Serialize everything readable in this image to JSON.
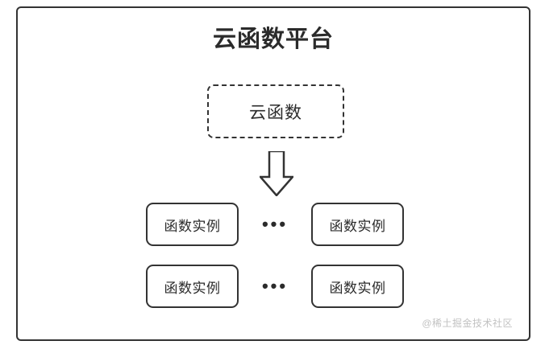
{
  "diagram": {
    "type": "architecture-block-diagram",
    "platform": {
      "title": "云函数平台",
      "border_color": "#333333",
      "background_color": "#ffffff"
    },
    "cloud_function": {
      "label": "云函数",
      "border_style": "dashed",
      "border_color": "#333333"
    },
    "arrow": {
      "name": "down-arrow",
      "direction": "down",
      "style": "hollow-block",
      "color": "#333333"
    },
    "instances": {
      "ellipsis": "•••",
      "rows": [
        {
          "left": {
            "label": "函数实例"
          },
          "right": {
            "label": "函数实例"
          }
        },
        {
          "left": {
            "label": "函数实例"
          },
          "right": {
            "label": "函数实例"
          }
        }
      ]
    },
    "watermark": {
      "text": "@稀土掘金技术社区",
      "color": "#c2c2c2"
    }
  }
}
